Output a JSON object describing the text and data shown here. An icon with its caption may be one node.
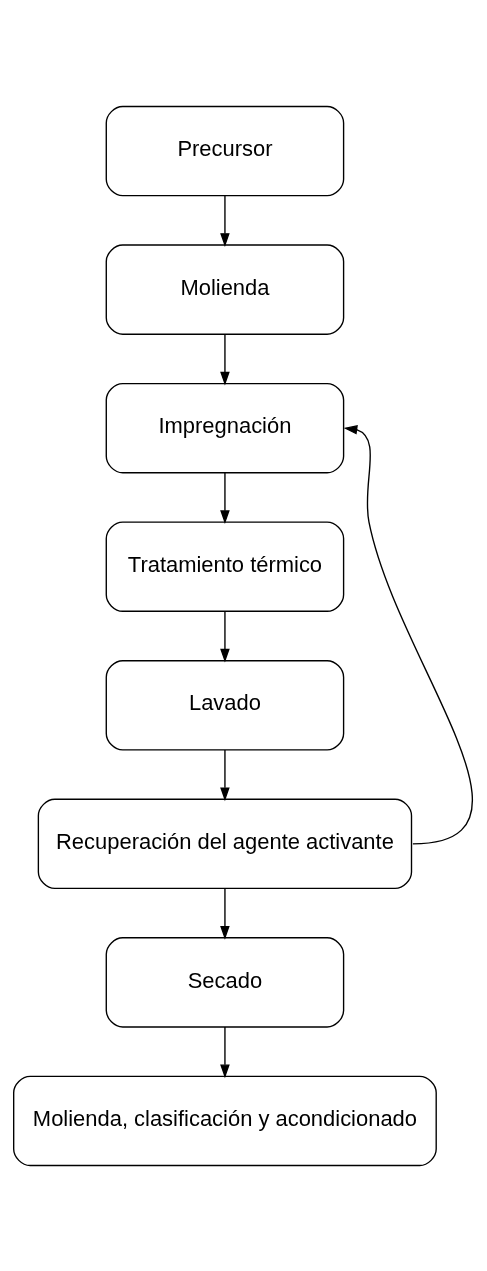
{
  "diagram": {
    "nodes": [
      {
        "text": [
          "Precursor"
        ]
      },
      {
        "text": [
          "Molienda"
        ]
      },
      {
        "text": [
          "Impregnación"
        ]
      },
      {
        "text": [
          "Tratamiento térmico"
        ]
      },
      {
        "text": [
          "Lavado"
        ]
      },
      {
        "text": [
          "Recuperación del agente activante"
        ]
      },
      {
        "text": [
          "Secado"
        ]
      },
      {
        "text": [
          "Molienda, clasificación y acondicionado"
        ]
      }
    ],
    "edges": [
      {
        "from": 0,
        "to": 1,
        "arrow": "to"
      },
      {
        "from": 1,
        "to": 2,
        "arrow": "to"
      },
      {
        "from": 2,
        "to": 3,
        "arrow": "to"
      },
      {
        "from": 3,
        "to": 4,
        "arrow": "to"
      },
      {
        "from": 4,
        "to": 5,
        "arrow": "to"
      },
      {
        "from": 5,
        "to": 6,
        "arrow": "to"
      },
      {
        "from": 6,
        "to": 7,
        "arrow": "to"
      },
      {
        "from": 5,
        "to": 2,
        "arrow": "to"
      }
    ]
  }
}
